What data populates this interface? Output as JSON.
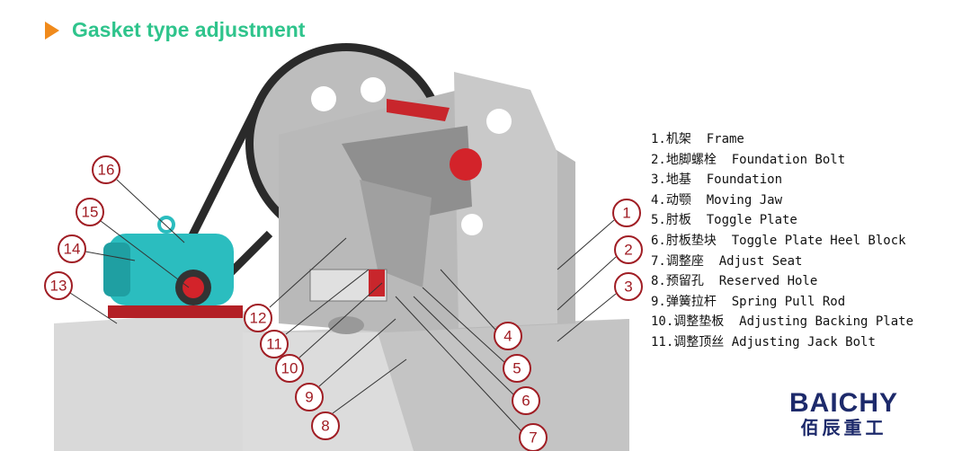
{
  "title": "Gasket type adjustment",
  "legend": [
    {
      "num": "1.",
      "cn": "机架",
      "en": "Frame"
    },
    {
      "num": "2.",
      "cn": "地脚螺栓",
      "en": "Foundation Bolt"
    },
    {
      "num": "3.",
      "cn": "地基",
      "en": "Foundation"
    },
    {
      "num": "4.",
      "cn": "动颚",
      "en": "Moving Jaw"
    },
    {
      "num": "5.",
      "cn": "肘板",
      "en": "Toggle Plate"
    },
    {
      "num": "6.",
      "cn": "肘板垫块",
      "en": "Toggle Plate Heel Block"
    },
    {
      "num": "7.",
      "cn": "调整座",
      "en": "Adjust Seat"
    },
    {
      "num": "8.",
      "cn": "预留孔",
      "en": "Reserved Hole"
    },
    {
      "num": "9.",
      "cn": "弹簧拉杆",
      "en": "Spring Pull Rod"
    },
    {
      "num": "10.",
      "cn": "调整垫板",
      "en": "Adjusting Backing Plate"
    },
    {
      "num": "11.",
      "cn": "调整顶丝",
      "en": "Adjusting Jack Bolt"
    }
  ],
  "callouts": [
    "1",
    "2",
    "3",
    "4",
    "5",
    "6",
    "7",
    "8",
    "9",
    "10",
    "11",
    "12",
    "13",
    "14",
    "15",
    "16"
  ],
  "logo": {
    "en": "BAICHY",
    "cn": "佰辰重工"
  },
  "colors": {
    "accent": "#2fc48c",
    "arrow": "#f08a1c",
    "callout": "#a01d24",
    "motor": "#2bbdbf",
    "brand": "#1d2a6b"
  }
}
